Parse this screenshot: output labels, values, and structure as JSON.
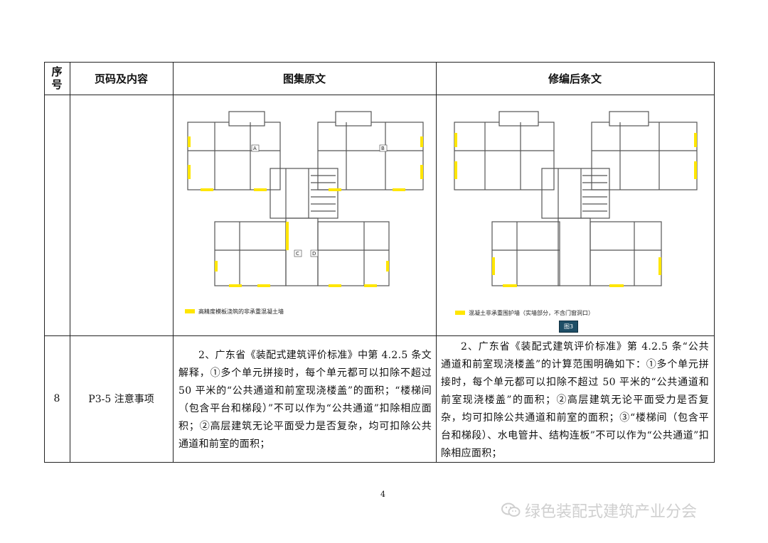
{
  "table": {
    "headers": {
      "seq_line1": "序",
      "seq_line2": "号",
      "page_content": "页码及内容",
      "original": "图集原文",
      "revised": "修编后条文"
    },
    "row1": {
      "original_legend": "高精度模板浇筑的非承重混凝土墙",
      "revised_legend": "混凝土非承重围护墙（实墙部分，不含门窗洞口）",
      "figure_label": "图3",
      "room_labels": [
        "A",
        "B",
        "C",
        "D"
      ]
    },
    "row2": {
      "number": "8",
      "page_content": "P3-5 注意事项",
      "original_text": "2、广东省《装配式建筑评价标准》中第 4.2.5 条文解释，①多个单元拼接时，每个单元都可以扣除不超过 50 平米的“公共通道和前室现浇楼盖”的面积；“楼梯间（包含平台和梯段）”不可以作为“公共通道”扣除相应面积；②高层建筑无论平面受力是否复杂，均可扣除公共通道和前室的面积；",
      "revised_text": "2、广东省《装配式建筑评价标准》第 4.2.5 条“公共通道和前室现浇楼盖”的计算范围明确如下：①多个单元拼接时，每个单元都可以扣除不超过 50 平米的“公共通道和前室现浇楼盖”的面积；②高层建筑无论平面受力是否复杂，均可扣除公共通道和前室的面积；③“楼梯间（包含平台和梯段）、水电管井、结构连板”不可以作为“公共通道”扣除相应面积；"
    }
  },
  "page_number": "4",
  "watermark": "绿色装配式建筑产业分会",
  "colors": {
    "highlight_wall": "#ffe600",
    "figure_badge": "#1e4e66"
  }
}
